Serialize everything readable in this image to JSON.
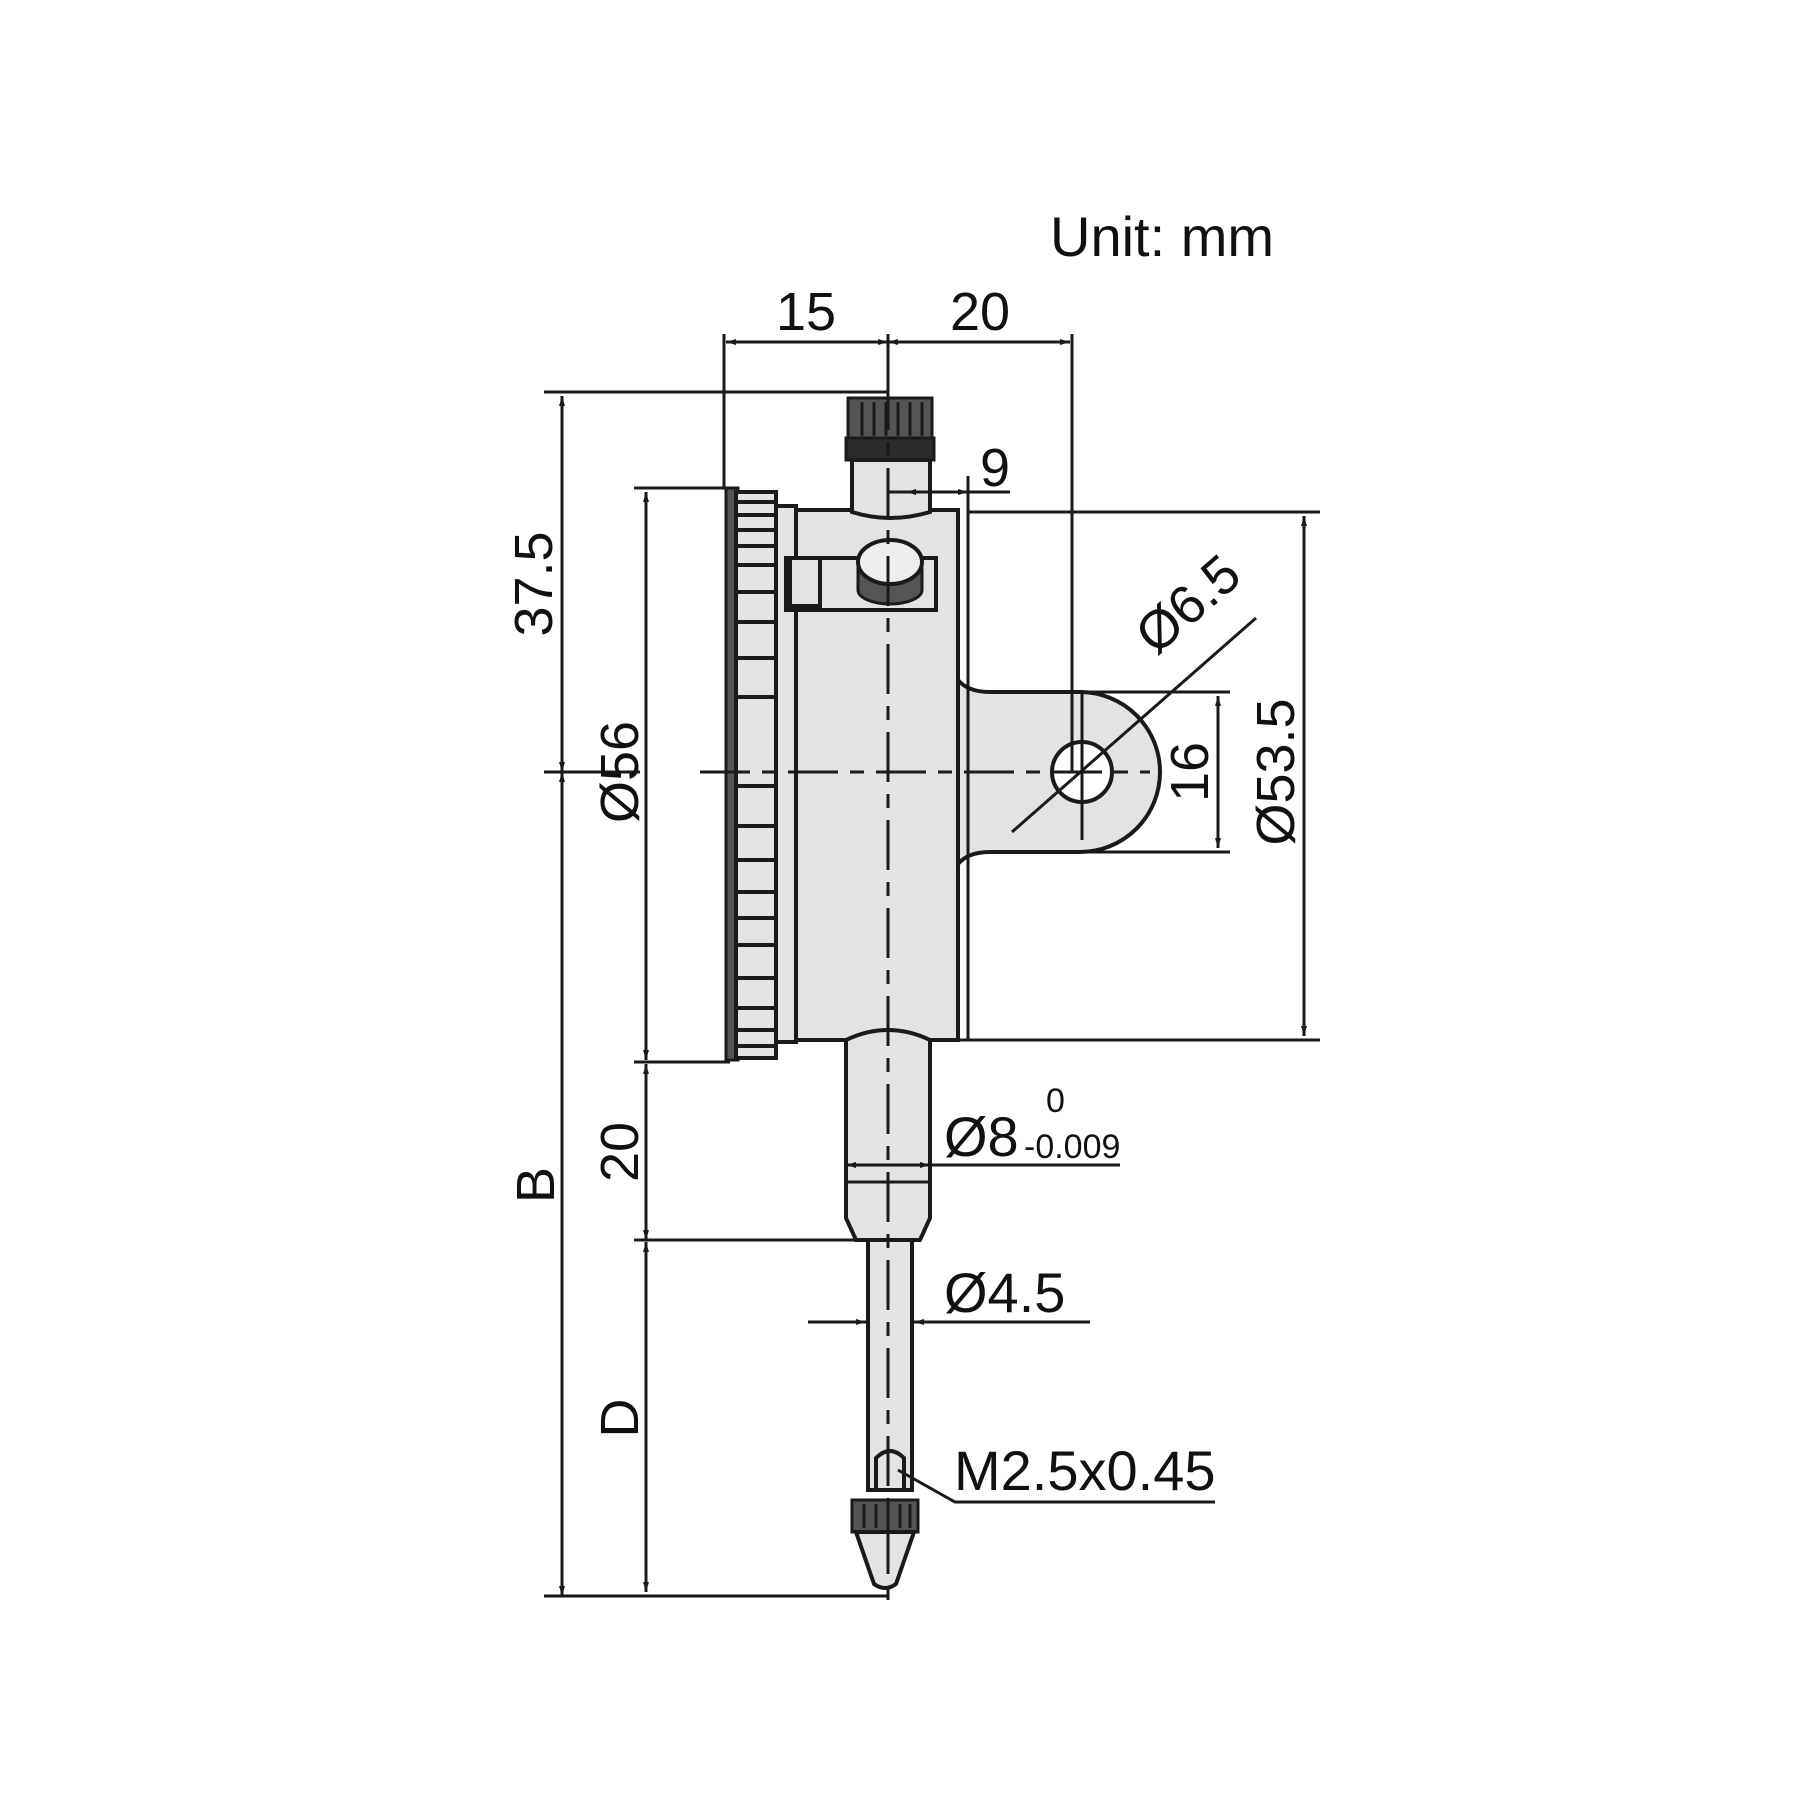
{
  "drawing": {
    "subject": "dial indicator (back-plunger lug type)",
    "unit_label": "Unit: mm",
    "colors": {
      "line": "#1a1a1a",
      "body_fill": "#e3e3e3",
      "bezel_dark": "#555555",
      "background": "#ffffff"
    }
  },
  "dimensions": {
    "top_left_width": "15",
    "top_right_width": "20",
    "stem_offset": "9",
    "top_height": "37.5",
    "dial_diameter": "Ø56",
    "lug_hole_diameter": "Ø6.5",
    "lug_width": "16",
    "back_diameter": "Ø53.5",
    "stem_length": "20",
    "overall_length": "B",
    "travel_length": "D",
    "stem_diameter": "Ø8",
    "stem_tol_upper": "0",
    "stem_tol_lower": "-0.009",
    "spindle_diameter": "Ø4.5",
    "contact_thread": "M2.5x0.45"
  }
}
